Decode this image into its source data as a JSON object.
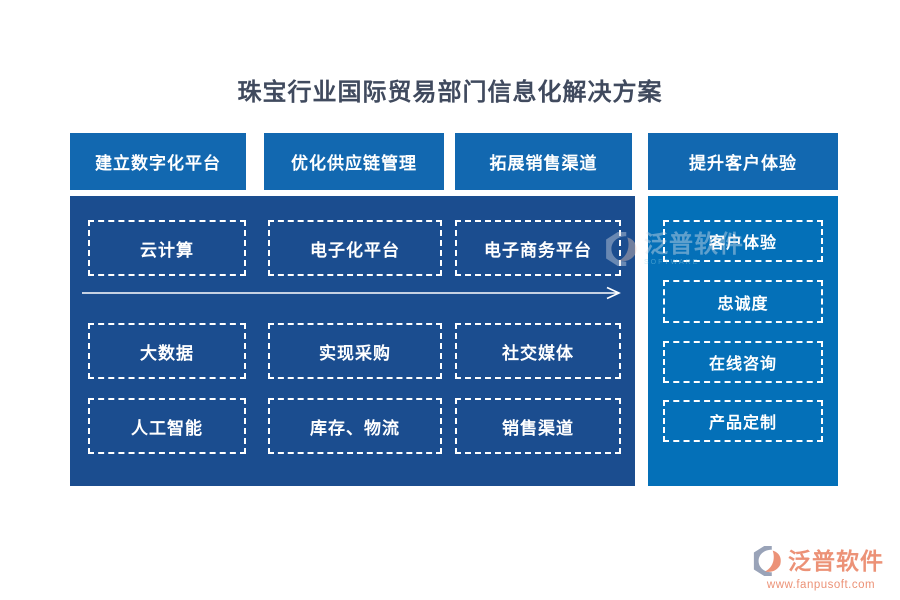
{
  "title": "珠宝行业国际贸易部门信息化解决方案",
  "headers": [
    "建立数字化平台",
    "优化供应链管理",
    "拓展销售渠道",
    "提升客户体验"
  ],
  "main_boxes": [
    [
      "云计算",
      "电子化平台",
      "电子商务平台"
    ],
    [
      "大数据",
      "实现采购",
      "社交媒体"
    ],
    [
      "人工智能",
      "库存、物流",
      "销售渠道"
    ]
  ],
  "right_items": [
    "客户体验",
    "忠诚度",
    "在线咨询",
    "产品定制"
  ],
  "watermark": {
    "text": "泛普软件",
    "subtext": "SOFTWARE"
  },
  "footer_logo": {
    "brand": "泛普软件",
    "url": "www.fanpusoft.com"
  },
  "colors": {
    "header_btn_bg": "#1268b0",
    "main_panel_bg": "#1b4d8f",
    "right_panel_bg": "#0470b8",
    "title_color": "#404a5e",
    "brand_color": "#ec9277"
  }
}
